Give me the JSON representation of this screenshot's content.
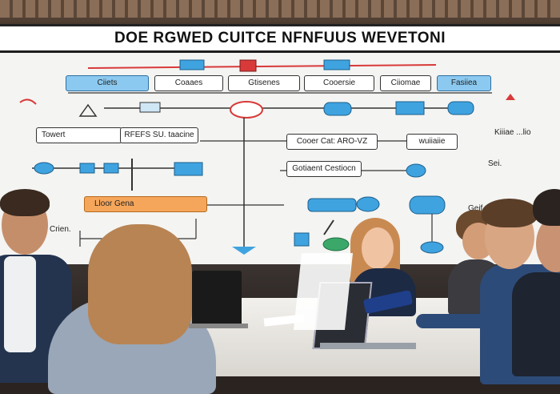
{
  "board": {
    "title": "DOE RGWED CUITCE NFNFUUS WEVETONI",
    "top_boxes": [
      "Ciiets",
      "Coaaes",
      "Gtisenes",
      "Cooersie",
      "Ciiomae",
      "Fasiiea"
    ],
    "row_labels": {
      "left_wide": "Towert",
      "left_wide_2": "RFEFS SU. taacine",
      "center_1": "Cooer Cat: ARO-VZ",
      "center_2": "Gotiaent Cestiocn",
      "right_small": "wuiiaiie",
      "orange": "Lloor Gena",
      "left_small": "Crien.",
      "right_note_1": "Kiiiae ...lio",
      "right_note_2": "Sei.",
      "right_note_3": "Geif"
    }
  },
  "colors": {
    "board_bg": "#f4f4f2",
    "accent_blue": "#3fa3e0",
    "accent_red": "#d83a3a",
    "accent_orange": "#f5a65b"
  }
}
